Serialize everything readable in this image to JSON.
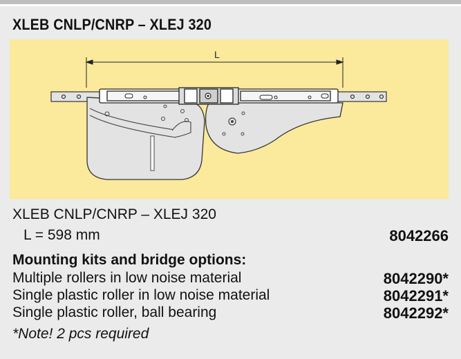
{
  "title": "XLEB CNLP/CNRP – XLEJ 320",
  "drawing": {
    "dimension_label": "L"
  },
  "product": {
    "name": "XLEB CNLP/CNRP – XLEJ 320",
    "length": "L = 598 mm",
    "code": "8042266"
  },
  "kits": {
    "heading": "Mounting kits and bridge options:",
    "items": [
      {
        "label": "Multiple rollers in low noise material",
        "code": "8042290*"
      },
      {
        "label": "Single plastic roller in low noise material",
        "code": "8042291*"
      },
      {
        "label": "Single plastic roller, ball bearing",
        "code": "8042292*"
      }
    ]
  },
  "note": "*Note! 2 pcs required",
  "colors": {
    "panel": "#ebebeb",
    "drawing_bg": "#fbe99c",
    "part_fill": "#e3e3e3",
    "stroke": "#333333"
  }
}
